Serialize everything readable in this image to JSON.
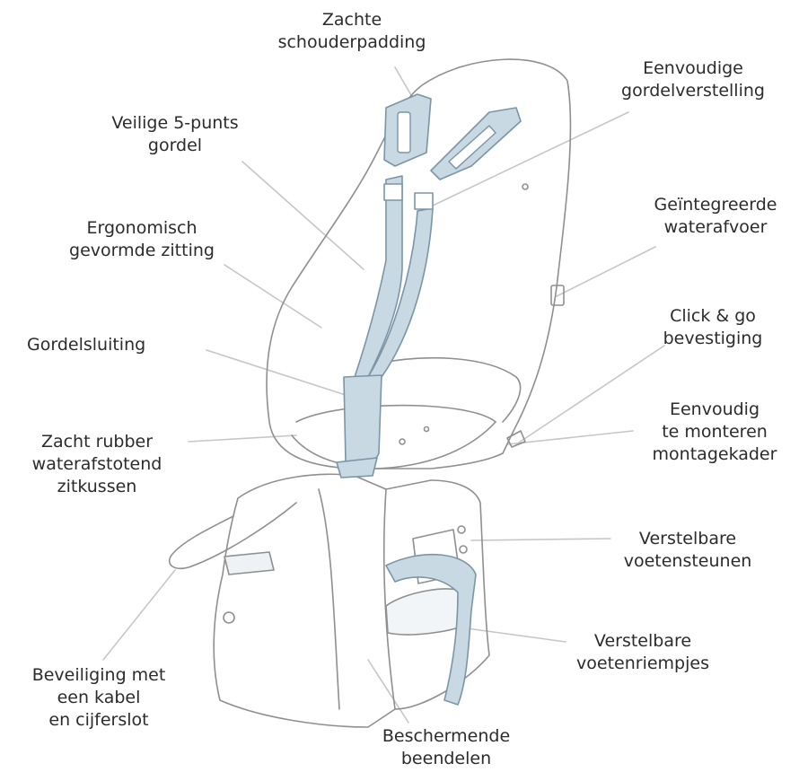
{
  "colors": {
    "outline": "#8f8f8f",
    "strap_fill": "#c9d9e3",
    "strap_stroke": "#7b95a6",
    "leader": "#c6c6c6",
    "text": "#2b2b2b"
  },
  "labels": {
    "shoulder_padding": [
      "Zachte",
      "schouderpadding"
    ],
    "belt_adjust": [
      "Eenvoudige",
      "gordelverstelling"
    ],
    "five_point": [
      "Veilige 5-punts",
      "gordel"
    ],
    "drainage": [
      "Geïntegreerde",
      "waterafvoer"
    ],
    "ergonomic": [
      "Ergonomisch",
      "gevormde zitting"
    ],
    "click_go": [
      "Click & go",
      "bevestiging"
    ],
    "buckle": [
      "Gordelsluiting"
    ],
    "frame": [
      "Eenvoudig",
      "te monteren",
      "montagekader"
    ],
    "cushion": [
      "Zacht rubber",
      "waterafstotend",
      "zitkussen"
    ],
    "footrest": [
      "Verstelbare",
      "voetensteunen"
    ],
    "footstrap": [
      "Verstelbare",
      "voetenriempjes"
    ],
    "lock": [
      "Beveiliging met",
      "een kabel",
      "en cijferslot"
    ],
    "legs": [
      "Beschermende",
      "beendelen"
    ]
  }
}
